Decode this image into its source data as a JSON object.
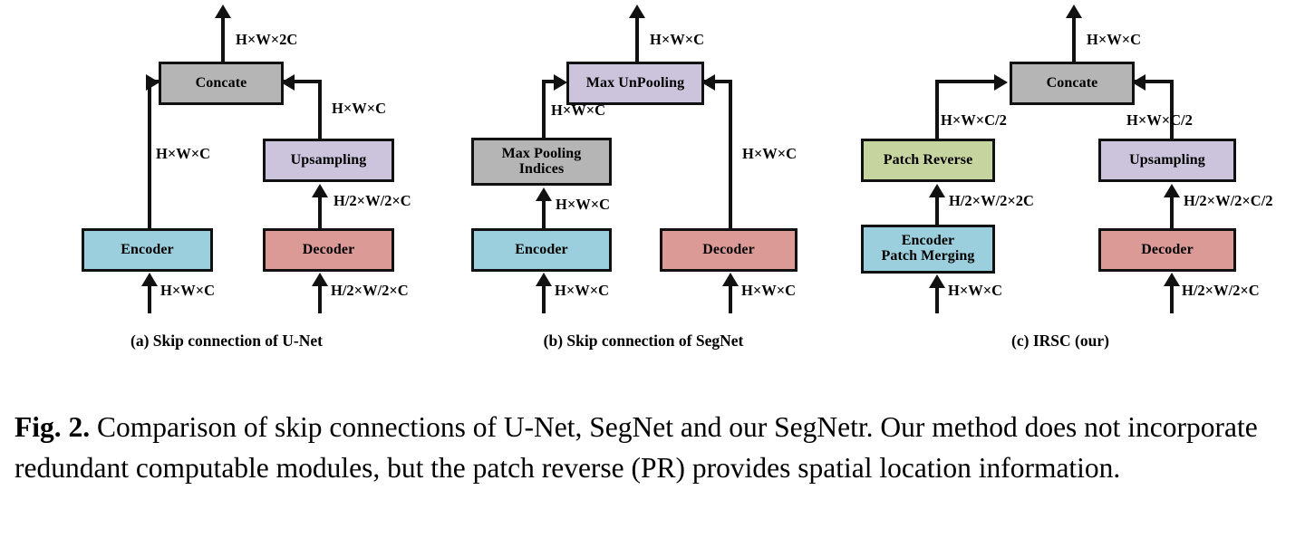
{
  "figure": {
    "caption_prefix": "Fig. 2.",
    "caption_text": " Comparison of skip connections of U-Net, SegNet and our SegNetr. Our method does not incorporate redundant computable modules, but the patch reverse (PR) provides spatial location information."
  },
  "colors": {
    "encoder_blue": "#9ccfdd",
    "decoder_rose": "#dc9a97",
    "upsampling_purple": "#ccc4dd",
    "concate_gray": "#b5b5b5",
    "patch_reverse_green": "#c6d5a0",
    "stroke": "#111111",
    "background": "#ffffff"
  },
  "panels": [
    {
      "id": "a",
      "caption": "(a) Skip connection of U-Net",
      "nodes": {
        "encoder": "Encoder",
        "decoder": "Decoder",
        "upsampling": "Upsampling",
        "concate": "Concate"
      },
      "labels": {
        "output": "H×W×2C",
        "skip": "H×W×C",
        "upsample_out": "H×W×C",
        "decoder_to_upsample": "H/2×W/2×C",
        "encoder_in": "H×W×C",
        "decoder_in": "H/2×W/2×C"
      }
    },
    {
      "id": "b",
      "caption": "(b) Skip connection of SegNet",
      "nodes": {
        "encoder": "Encoder",
        "decoder": "Decoder",
        "max_pooling_indices": "Max Pooling\nIndices",
        "max_unpooling": "Max UnPooling"
      },
      "labels": {
        "output": "H×W×C",
        "indices_to_unpool": "H×W×C",
        "encoder_to_indices": "H×W×C",
        "decoder_to_unpool": "H×W×C",
        "encoder_in": "H×W×C",
        "decoder_in": "H×W×C"
      }
    },
    {
      "id": "c",
      "caption": "(c) IRSC (our)",
      "nodes": {
        "encoder": "Encoder\nPatch Merging",
        "decoder": "Decoder",
        "patch_reverse": "Patch Reverse",
        "upsampling": "Upsampling",
        "concate": "Concate"
      },
      "labels": {
        "output": "H×W×C",
        "pr_to_concate": "H×W×C/2",
        "up_to_concate": "H×W×C/2",
        "encoder_to_pr": "H/2×W/2×2C",
        "decoder_to_up": "H/2×W/2×C/2",
        "encoder_in": "H×W×C",
        "decoder_in": "H/2×W/2×C"
      }
    }
  ]
}
